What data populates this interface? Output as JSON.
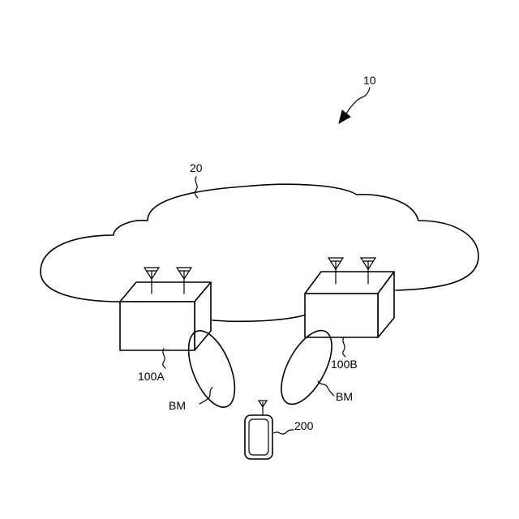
{
  "labels": {
    "system": "10",
    "network": "20",
    "base_station_a": "100A",
    "base_station_b": "100B",
    "beam_a": "BM",
    "beam_b": "BM",
    "terminal": "200"
  },
  "colors": {
    "stroke": "#000000",
    "background": "#ffffff"
  }
}
